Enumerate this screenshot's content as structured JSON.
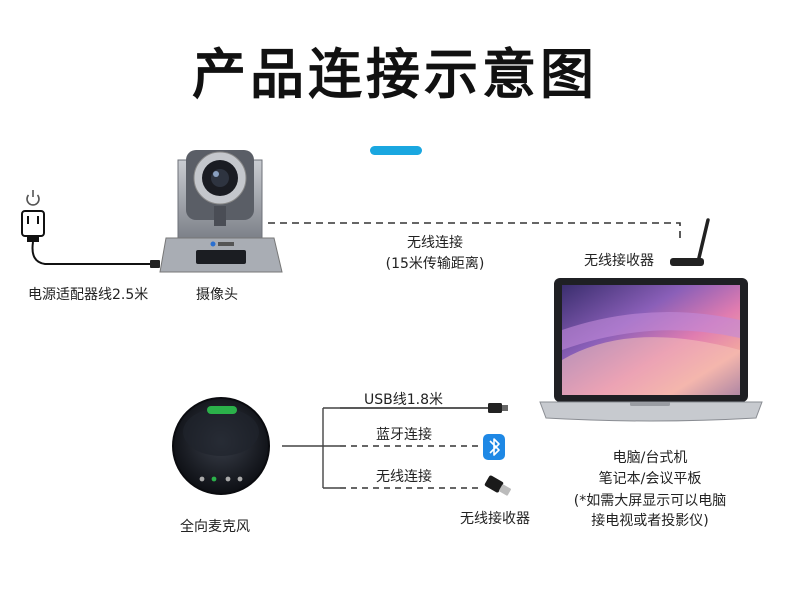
{
  "title": "产品连接示意图",
  "colors": {
    "accent": "#1aa7e0",
    "line": "#333333",
    "bluetooth": "#1e88e5",
    "mic_led": "#2bb14a",
    "camera_body": "#9a9ea6"
  },
  "icons": {
    "power": "power-icon",
    "plug": "power-plug-icon",
    "bluetooth": "bluetooth-icon",
    "usb": "usb-plug-icon",
    "dongle": "usb-dongle-icon"
  },
  "labels": {
    "power_adapter": "电源适配器线2.5米",
    "camera": "摄像头",
    "wireless_link": "无线连接",
    "wireless_range": "(15米传输距离)",
    "receiver_top": "无线接收器",
    "usb_cable": "USB线1.8米",
    "bluetooth": "蓝牙连接",
    "wireless_link_mic": "无线连接",
    "receiver_bottom": "无线接收器",
    "microphone": "全向麦克风",
    "device_line1": "电脑/台式机",
    "device_line2": "笔记本/会议平板",
    "note_line1": "(*如需大屏显示可以电脑",
    "note_line2": "接电视或者投影仪)"
  }
}
